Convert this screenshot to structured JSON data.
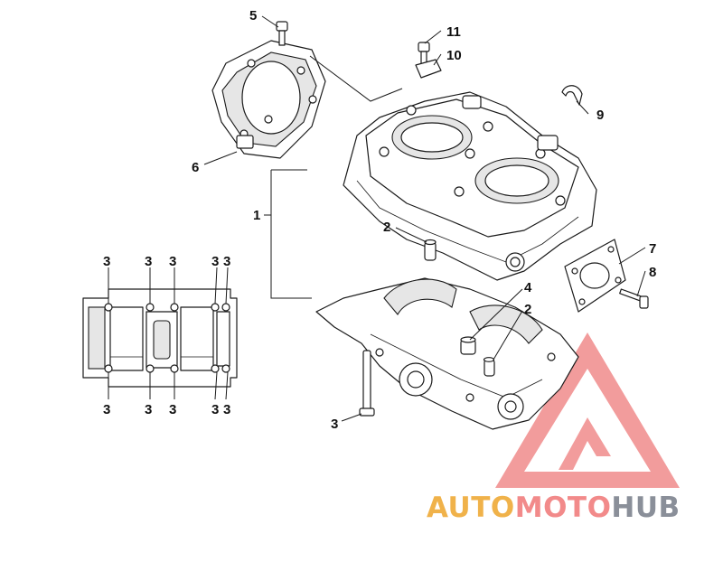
{
  "callouts": {
    "c1": "1",
    "c2a": "2",
    "c2b": "2",
    "c3_main": "3",
    "c4": "4",
    "c5": "5",
    "c6": "6",
    "c7": "7",
    "c8": "8",
    "c9": "9",
    "c10": "10",
    "c11": "11",
    "bolt_top": [
      "3",
      "3",
      "3",
      "3",
      "3"
    ],
    "bolt_bottom": [
      "3",
      "3",
      "3",
      "3",
      "3"
    ]
  },
  "watermark": {
    "part1": "AUTO",
    "part2": "MOTO",
    "part3": "HUB",
    "colors": {
      "auto": "#f0b24a",
      "moto": "#f28a8a",
      "hub": "#8a8f99",
      "triangle": "#f08b8b"
    }
  }
}
